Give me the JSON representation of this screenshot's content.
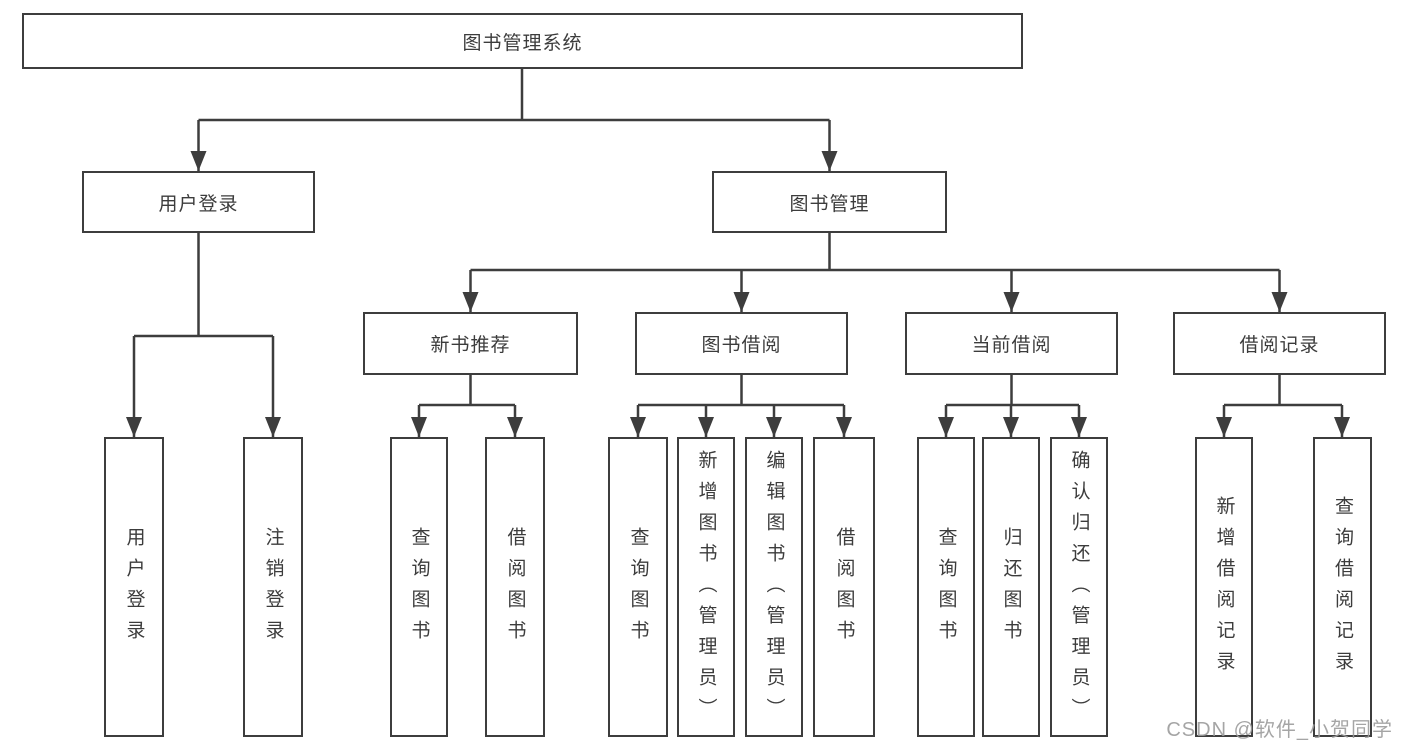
{
  "diagram_type": "tree-structure-chart",
  "colors": {
    "line": "#3d3d3d",
    "box_border": "#3d3d3d",
    "box_fill": "#ffffff",
    "text": "#3c3c3c",
    "watermark": "#9b9b9b"
  },
  "watermark": "CSDN @软件_小贺同学",
  "tree": {
    "label": "图书管理系统",
    "children": [
      {
        "label": "用户登录",
        "children": [
          {
            "label": "用户登录"
          },
          {
            "label": "注销登录"
          }
        ]
      },
      {
        "label": "图书管理",
        "children": [
          {
            "label": "新书推荐",
            "children": [
              {
                "label": "查询图书"
              },
              {
                "label": "借阅图书"
              }
            ]
          },
          {
            "label": "图书借阅",
            "children": [
              {
                "label": "查询图书"
              },
              {
                "label": "新增图书（管理员）"
              },
              {
                "label": "编辑图书（管理员）"
              },
              {
                "label": "借阅图书"
              }
            ]
          },
          {
            "label": "当前借阅",
            "children": [
              {
                "label": "查询图书"
              },
              {
                "label": "归还图书"
              },
              {
                "label": "确认归还（管理员）"
              }
            ]
          },
          {
            "label": "借阅记录",
            "children": [
              {
                "label": "新增借阅记录"
              },
              {
                "label": "查询借阅记录"
              }
            ]
          }
        ]
      }
    ]
  }
}
